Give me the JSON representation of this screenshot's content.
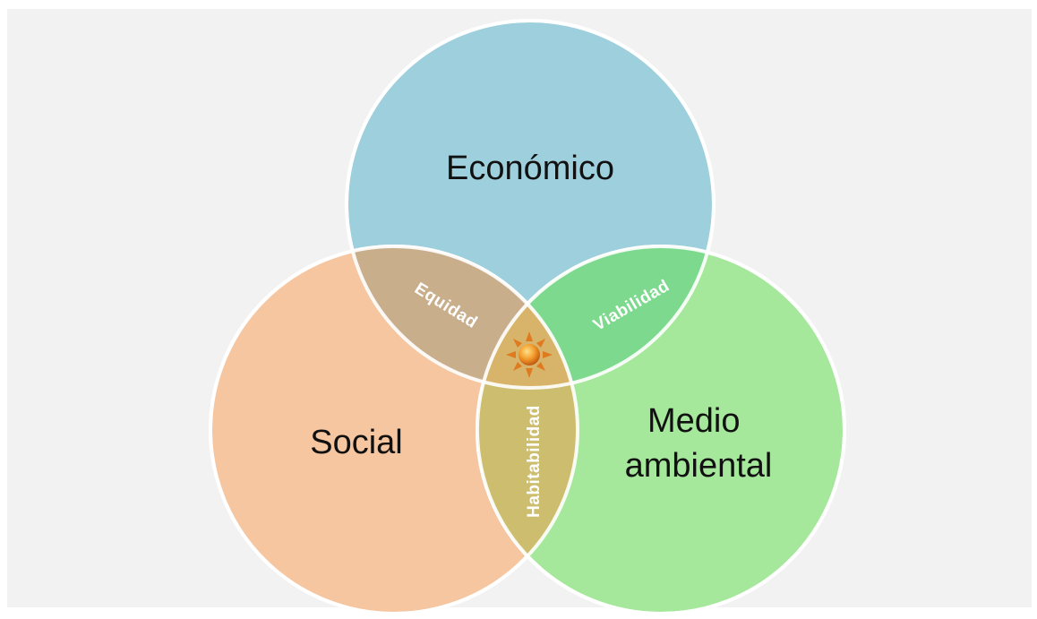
{
  "diagram": {
    "circles": [
      {
        "id": "economico",
        "lines": [
          "Económico"
        ],
        "color": "#9ecfdc"
      },
      {
        "id": "social",
        "lines": [
          "Social"
        ],
        "color": "#f5c6a0"
      },
      {
        "id": "medio-ambiental",
        "lines": [
          "Medio",
          "ambiental"
        ],
        "color": "#a6e89b"
      }
    ],
    "overlaps": [
      {
        "id": "equidad",
        "label": "Equidad",
        "between": [
          "economico",
          "social"
        ],
        "color": "#c9ae8c"
      },
      {
        "id": "viabilidad",
        "label": "Viabilidad",
        "between": [
          "economico",
          "medio-ambiental"
        ],
        "color": "#7dd98d"
      },
      {
        "id": "habitabilidad",
        "label": "Habitabilidad",
        "between": [
          "social",
          "medio-ambiental"
        ],
        "color": "#cdbe6f"
      }
    ],
    "center_icon": "sun-icon",
    "background_color": "#f2f2f2",
    "border_color": "#ffffff"
  }
}
